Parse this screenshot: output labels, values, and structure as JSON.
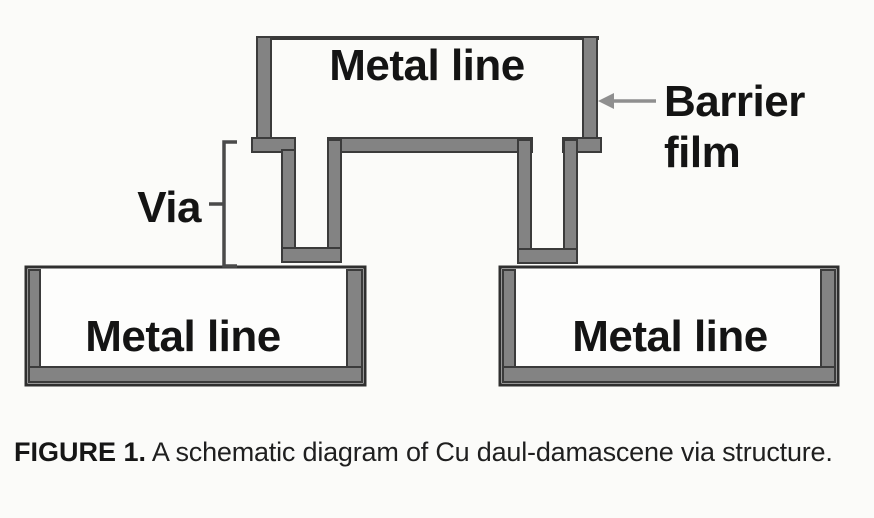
{
  "diagram": {
    "labels": {
      "metal_line_top": "Metal line",
      "metal_line_bottom_left": "Metal line",
      "metal_line_bottom_right": "Metal line",
      "via": "Via",
      "barrier_line1": "Barrier",
      "barrier_line2": "film"
    },
    "colors": {
      "barrier_film_fill": "#838383",
      "barrier_film_stroke": "#3b3b3b",
      "box_outline": "#2f2f2f",
      "box_fill": "#fdfdfc",
      "annotation_gray": "#4a4a4a",
      "arrow_gray": "#8f8f8f",
      "label_text": "#141414",
      "background": "#fbfbf9"
    }
  },
  "caption": {
    "label": "FIGURE 1.",
    "text": "A schematic diagram of Cu daul-damascene via structure."
  }
}
